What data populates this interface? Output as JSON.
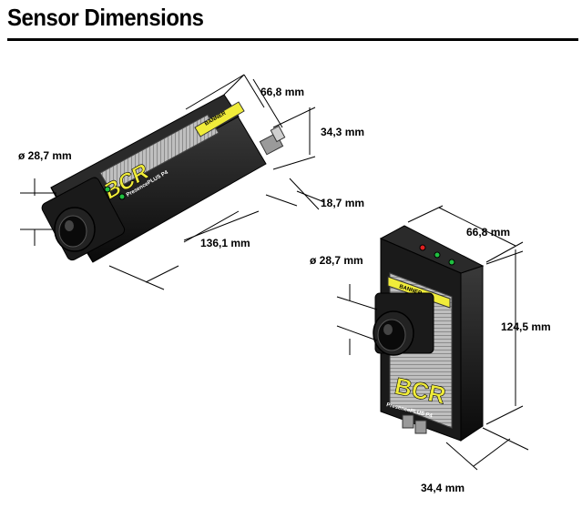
{
  "title": "Sensor Dimensions",
  "horizontal_view": {
    "width": "66,8 mm",
    "height": "34,3 mm",
    "lens_diameter": "ø 28,7 mm",
    "connector_length": "18,7 mm",
    "length": "136,1 mm"
  },
  "vertical_view": {
    "width": "66,8 mm",
    "lens_diameter": "ø 28,7 mm",
    "height": "124,5 mm",
    "depth": "34,4 mm"
  },
  "product": {
    "model": "BCR",
    "brand": "BANNER",
    "series": "PresencePLUS P4"
  },
  "colors": {
    "body": "#1c1c1c",
    "label": "#f0ec3a",
    "led_red": "#e02020",
    "led_green": "#20c040"
  }
}
